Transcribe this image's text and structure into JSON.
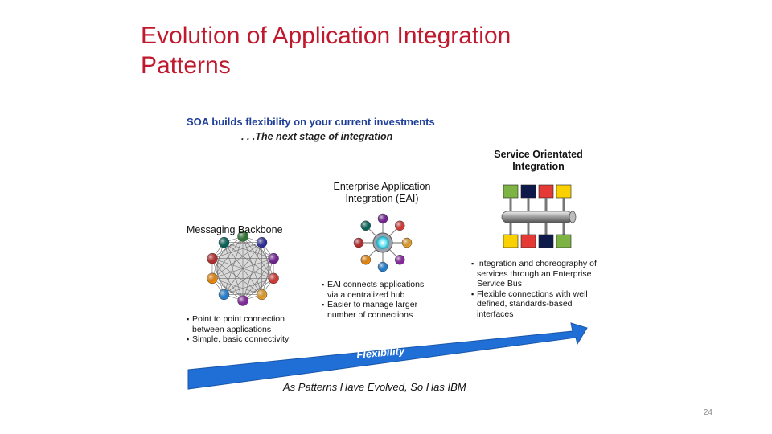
{
  "slide": {
    "title": "Evolution of Application Integration\nPatterns",
    "page_number": "24"
  },
  "figure": {
    "heading": "SOA builds flexibility on your current investments",
    "subheading": ". . .The next stage of integration",
    "columns": [
      {
        "title": "Messaging Backbone",
        "bullets": [
          "Point to point connection between applications",
          "Simple, basic connectivity"
        ]
      },
      {
        "title": "Enterprise Application Integration (EAI)",
        "bullets": [
          "EAI connects applications via a centralized hub",
          "Easier to manage larger number of connections"
        ]
      },
      {
        "title": "Service Orientated Integration",
        "bullets": [
          "Integration and choreography of services through an Enterprise Service Bus",
          "Flexible connections with well defined, standards-based interfaces"
        ]
      }
    ],
    "arrow_label": "Flexibility",
    "caption": "As Patterns Have Evolved, So Has IBM",
    "colors": {
      "heading": "#1f3f99",
      "arrow": "#1f6fd6",
      "title": "#c0182d"
    }
  }
}
